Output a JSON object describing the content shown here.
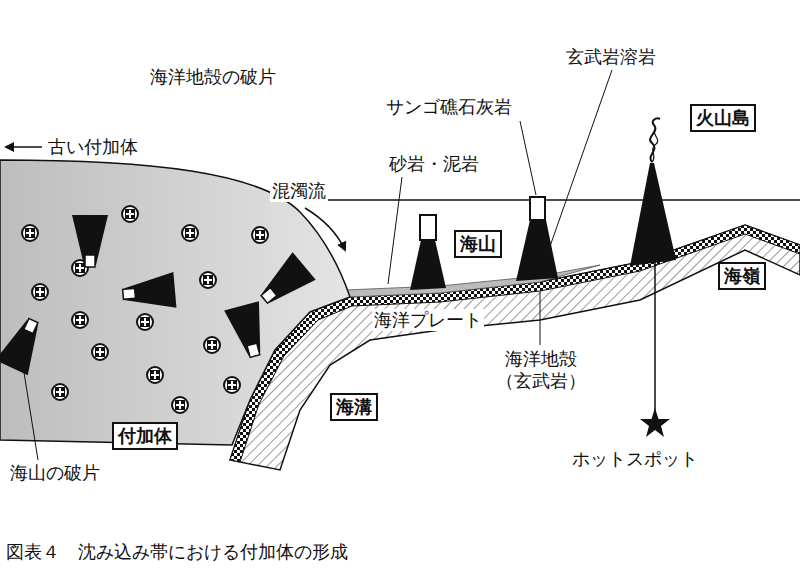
{
  "diagram": {
    "caption": "図表４　沈み込み帯における付加体の形成",
    "nodes": [
      {
        "text": [
          "火山島"
        ]
      },
      {
        "text": [
          "海山"
        ]
      },
      {
        "text": [
          "海嶺"
        ]
      },
      {
        "text": [
          "海溝"
        ]
      },
      {
        "text": [
          "付加体"
        ]
      }
    ],
    "labels": [
      "海洋地殻の破片",
      "古い付加体",
      "混濁流",
      "砂岩・泥岩",
      "サンゴ礁石灰岩",
      "玄武岩溶岩",
      "海洋プレート",
      "海洋地殻 （玄武岩）",
      "ホットスポット",
      "海山の破片"
    ]
  }
}
